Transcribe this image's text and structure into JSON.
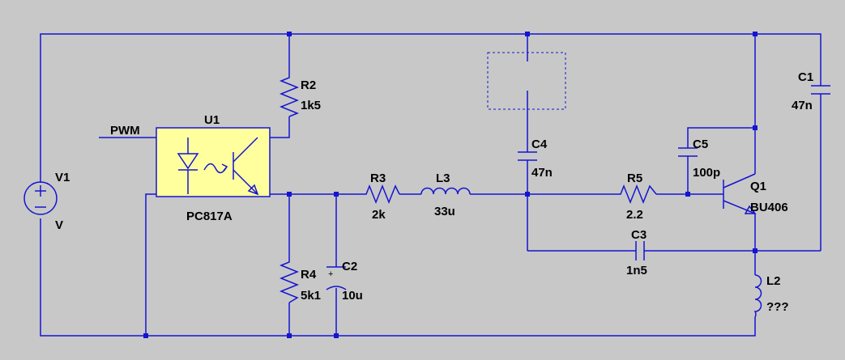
{
  "components": {
    "v1": {
      "name": "V1",
      "value": "V"
    },
    "r2": {
      "name": "R2",
      "value": "1k5"
    },
    "u1": {
      "name": "U1",
      "value": "PC817A"
    },
    "pwm": {
      "label": "PWM"
    },
    "r4": {
      "name": "R4",
      "value": "5k1"
    },
    "c2": {
      "name": "C2",
      "value": "10u",
      "polarity": "+"
    },
    "r3": {
      "name": "R3",
      "value": "2k"
    },
    "l3": {
      "name": "L3",
      "value": "33u"
    },
    "c4": {
      "name": "C4",
      "value": "47n"
    },
    "r5": {
      "name": "R5",
      "value": "2.2"
    },
    "c5": {
      "name": "C5",
      "value": "100p"
    },
    "q1": {
      "name": "Q1",
      "value": "BU406"
    },
    "c3": {
      "name": "C3",
      "value": "1n5"
    },
    "c1": {
      "name": "C1",
      "value": "47n"
    },
    "l2": {
      "name": "L2",
      "value": "???"
    }
  },
  "colors": {
    "background": "#c8c8c8",
    "wire": "#1414d2",
    "ic_fill": "#ffff9e",
    "text": "#000000"
  }
}
